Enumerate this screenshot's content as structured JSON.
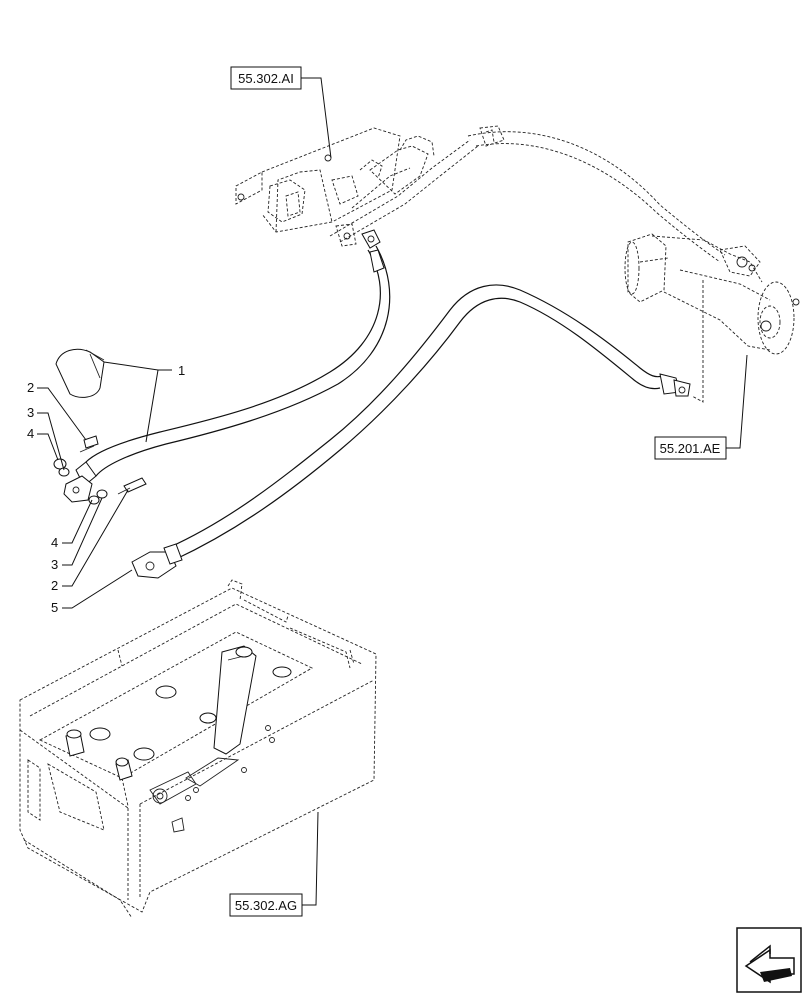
{
  "refs": {
    "top": "55.302.AI",
    "starter": "55.201.AE",
    "battery": "55.302.AG"
  },
  "callouts": {
    "c1": "1",
    "c2a": "2",
    "c3a": "3",
    "c4a": "4",
    "c4b": "4",
    "c3b": "3",
    "c2b": "2",
    "c5": "5"
  },
  "icons": {
    "nav": "next-page-arrow-icon"
  }
}
